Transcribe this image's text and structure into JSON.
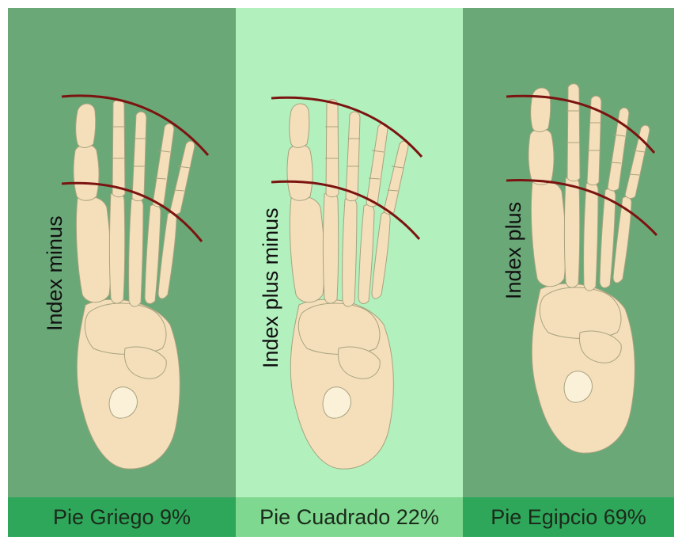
{
  "colors": {
    "panel_dark": "#6aa878",
    "panel_light": "#b2f0bd",
    "caption_dark": "#2ea75a",
    "caption_light": "#7fd88f",
    "bone_fill": "#f5dfbb",
    "bone_stroke": "#a7a37e",
    "arc_line": "#7b1410"
  },
  "panels": [
    {
      "label": "Index  minus",
      "caption": "Pie Griego 9%"
    },
    {
      "label": "Index plus minus",
      "caption": "Pie Cuadrado 22%"
    },
    {
      "label": "Index plus",
      "caption": "Pie Egipcio 69%"
    }
  ]
}
